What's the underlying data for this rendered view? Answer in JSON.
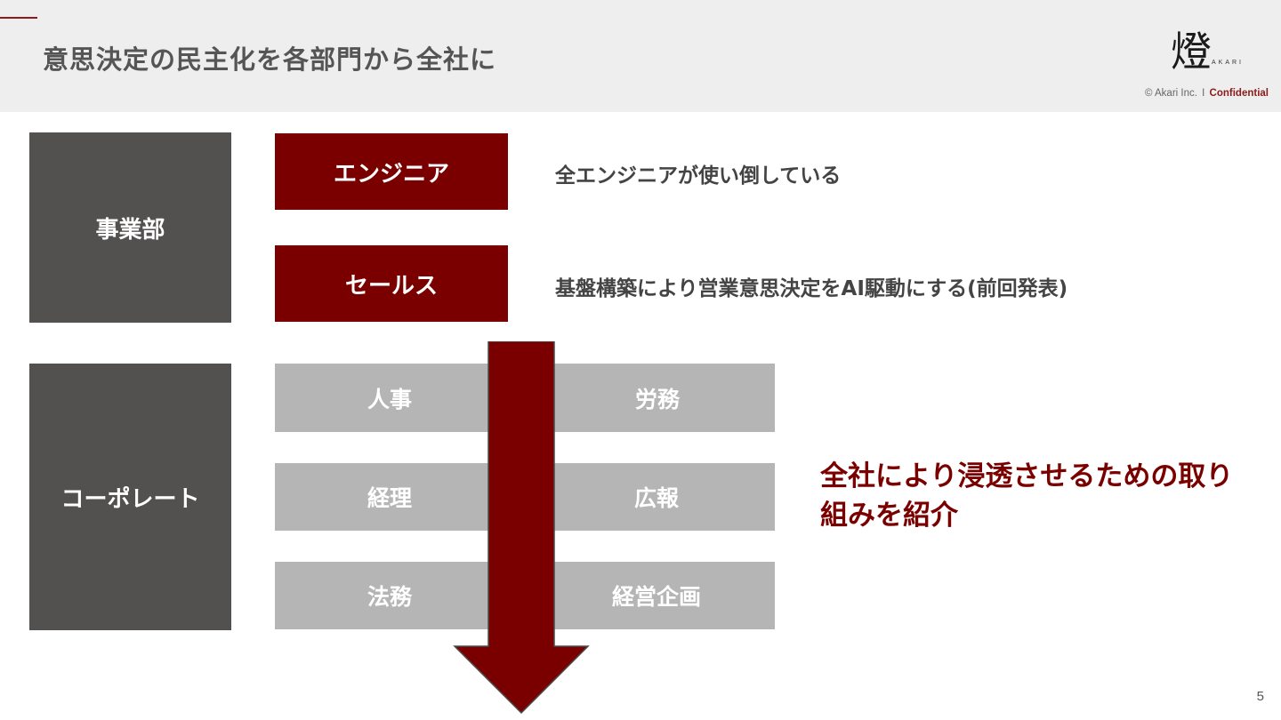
{
  "header": {
    "title": "意思決定の民主化を各部門から全社に",
    "logo": {
      "glyph": "燈",
      "sub": "AKARI"
    },
    "copyright": {
      "company": "© Akari Inc.",
      "separator": "I",
      "confidential": "Confidential"
    }
  },
  "business": {
    "label": "事業部",
    "teams": [
      {
        "label": "エンジニア",
        "description": "全エンジニアが使い倒している"
      },
      {
        "label": "セールス",
        "description": "基盤構築により営業意思決定をAI駆動にする(前回発表)"
      }
    ]
  },
  "corporate": {
    "label": "コーポレート",
    "left_column": [
      "人事",
      "経理",
      "法務"
    ],
    "right_column": [
      "労務",
      "広報",
      "経営企画"
    ]
  },
  "callout": "全社により浸透させるための取り組みを紹介",
  "page_number": "5",
  "colors": {
    "accent": "#7a0000",
    "dept_box": "#535050",
    "corporate_box": "#b5b5b5",
    "header_bg": "#eeeeee"
  }
}
